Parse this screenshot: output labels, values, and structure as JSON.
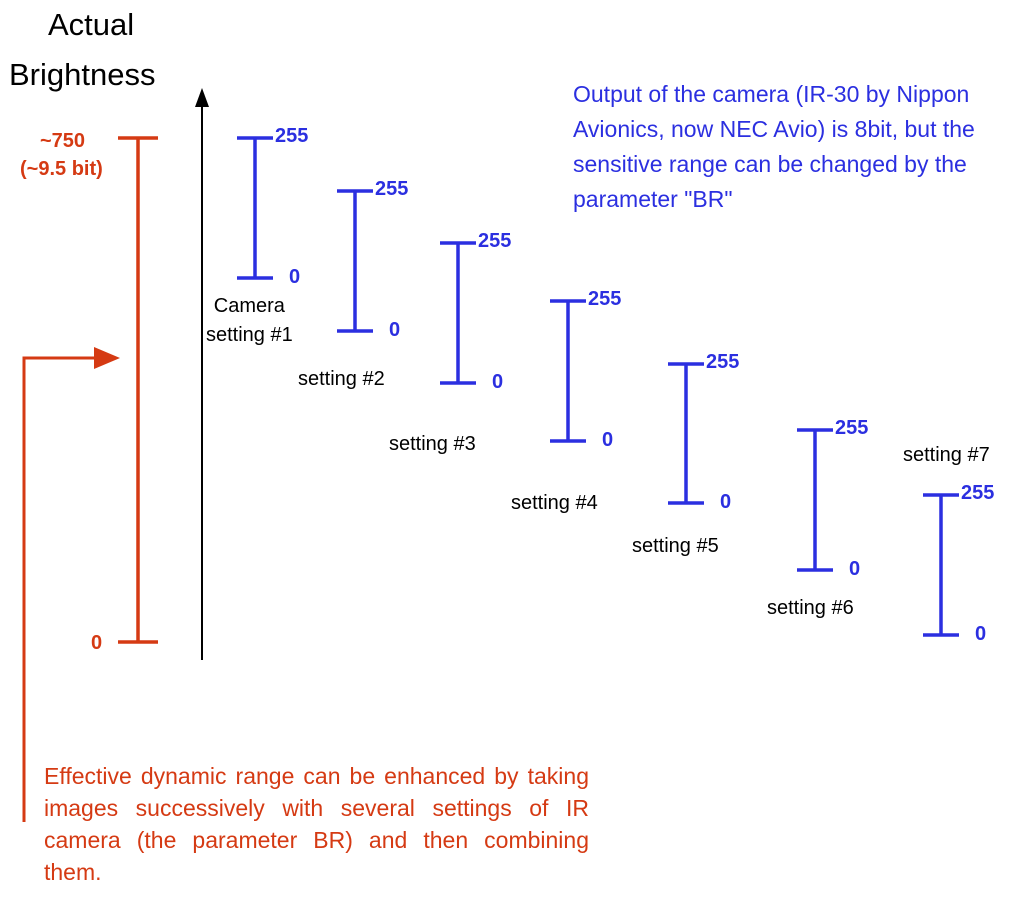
{
  "axis": {
    "title_line1": "Actual",
    "title_line2": "Brightness"
  },
  "actual_range": {
    "top_label": "~750",
    "top_sublabel": "(~9.5 bit)",
    "bottom_label": "0"
  },
  "settings": [
    {
      "label_line1": "Camera",
      "label_line2": "setting #1",
      "top": "255",
      "bottom": "0"
    },
    {
      "label": "setting #2",
      "top": "255",
      "bottom": "0"
    },
    {
      "label": "setting #3",
      "top": "255",
      "bottom": "0"
    },
    {
      "label": "setting #4",
      "top": "255",
      "bottom": "0"
    },
    {
      "label": "setting #5",
      "top": "255",
      "bottom": "0"
    },
    {
      "label": "setting #6",
      "top": "255",
      "bottom": "0"
    },
    {
      "label": "setting #7",
      "top": "255",
      "bottom": "0"
    }
  ],
  "notes": {
    "camera_output": "Output of the camera (IR-30 by Nippon Avionics, now NEC Avio) is 8bit, but the sensitive range can be changed by the parameter \"BR\"",
    "dynamic_range": "Effective dynamic range can be enhanced by taking images successively with several settings of IR camera (the parameter BR) and then combining them."
  },
  "colors": {
    "blue": "#2b2fe0",
    "red": "#d53a13",
    "black": "#000000"
  }
}
